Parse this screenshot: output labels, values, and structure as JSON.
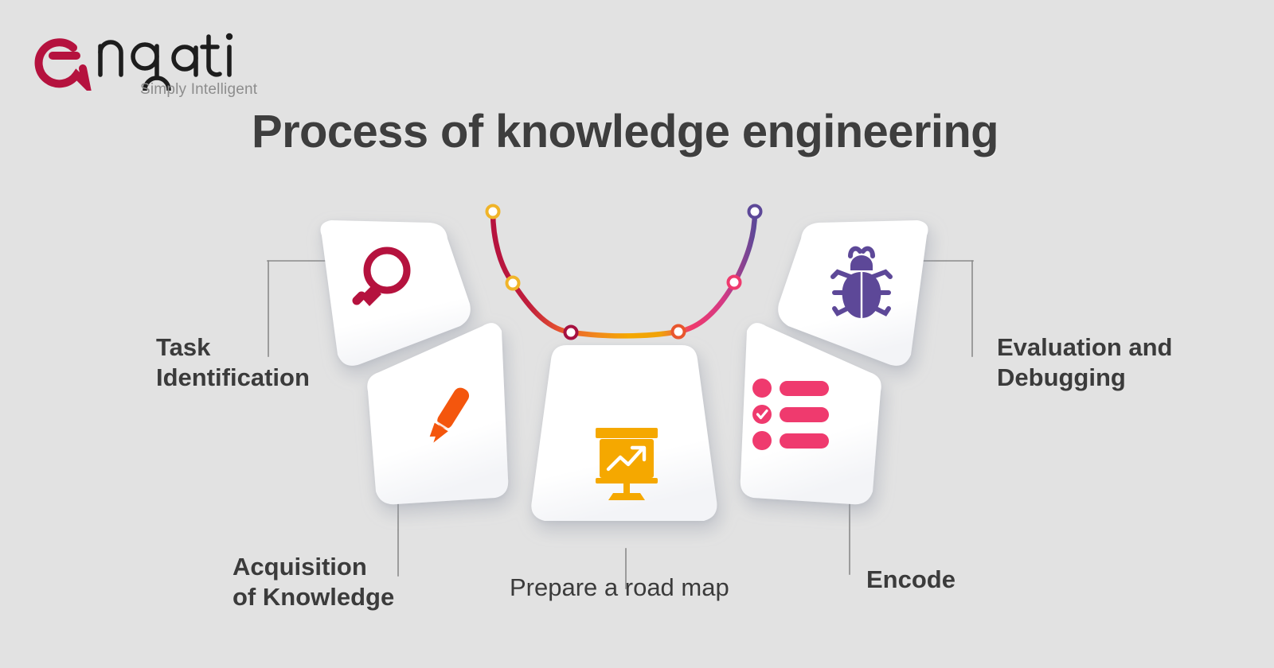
{
  "brand": {
    "name": "engati",
    "tagline": "Simply Intelligent",
    "mark_color": "#b5123e",
    "wordmark_color": "#1d1d1d",
    "tagline_color": "#8d8d8d"
  },
  "page": {
    "title": "Process of knowledge engineering",
    "title_color": "#3e3e3e",
    "background_color": "#e2e2e2"
  },
  "diagram": {
    "type": "radial-process-steps",
    "card_color": "#ffffff",
    "connector_color": "#8a8a8a",
    "steps": [
      {
        "index": 1,
        "label": "Task\nIdentification",
        "icon": "magnifier-icon",
        "icon_color": "#b5123e",
        "node_color": "#f0b429",
        "connector": "elbow-left"
      },
      {
        "index": 2,
        "label": "Acquisition\nof Knowledge",
        "icon": "pencil-icon",
        "icon_color": "#f4560d",
        "node_color": "#f0b429",
        "connector": "diagonal-left"
      },
      {
        "index": 3,
        "label": "Prepare a road map",
        "icon": "presentation-chart-icon",
        "icon_color": "#f5a800",
        "node_color": "#a61140",
        "connector": "straight-down"
      },
      {
        "index": 4,
        "label": "Encode",
        "icon": "checklist-icon",
        "icon_color": "#ef3a6e",
        "node_color": "#e8562e",
        "connector": "diagonal-right"
      },
      {
        "index": 5,
        "label": "Evaluation and\nDebugging",
        "icon": "bug-icon",
        "icon_color": "#5d4898",
        "node_color": "#5d4898",
        "connector": "elbow-right"
      }
    ],
    "arc": {
      "description": "gradient arc connecting six milestone nodes",
      "gradient_stops": [
        "#b5123e",
        "#e8562e",
        "#f5a800",
        "#f5a800",
        "#ef3a6e",
        "#5d4898"
      ],
      "node_count": 6,
      "node_fill": "#ffffff"
    }
  }
}
